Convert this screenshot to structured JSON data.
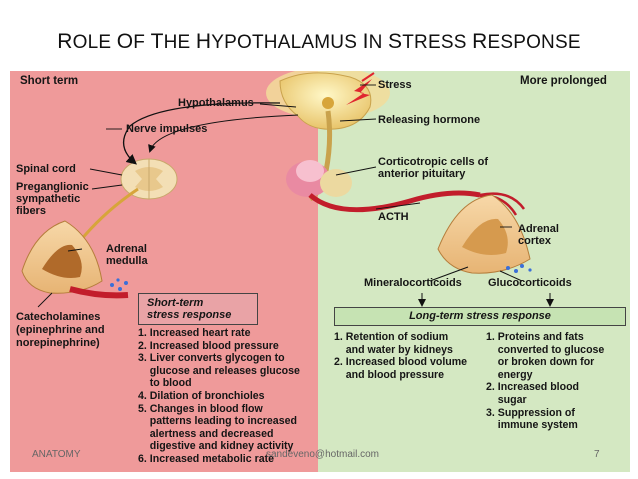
{
  "slide": {
    "title": "Role of the Hypothalamus in Stress Response",
    "footer_left": "ANATOMY",
    "footer_center": "sandeveno@hotmail.com",
    "page_number": "7"
  },
  "colors": {
    "short_term_bg": "#ef9a9a",
    "prolonged_bg": "#d4e8c2",
    "box_short": "#e9a3a6",
    "box_long": "#c6e3b3"
  },
  "figure": {
    "headers": {
      "short_term": "Short term",
      "prolonged": "More prolonged"
    },
    "labels": {
      "stress": "Stress",
      "hypothalamus": "Hypothalamus",
      "releasing_hormone": "Releasing hormone",
      "nerve_impulses": "Nerve impulses",
      "corticotropic_1": "Corticotropic cells of",
      "corticotropic_2": "anterior pituitary",
      "spinal_cord": "Spinal cord",
      "preganglionic_1": "Preganglionic",
      "preganglionic_2": "sympathetic",
      "preganglionic_3": "fibers",
      "acth": "ACTH",
      "adrenal_cortex_1": "Adrenal",
      "adrenal_cortex_2": "cortex",
      "adrenal_medulla_1": "Adrenal",
      "adrenal_medulla_2": "medulla",
      "mineralocorticoids": "Mineralocorticoids",
      "glucocorticoids": "Glucocorticoids",
      "catecholamines_1": "Catecholamines",
      "catecholamines_2": "(epinephrine and",
      "catecholamines_3": "norepinephrine)"
    },
    "short_term_box": {
      "line1": "Short-term",
      "line2": "stress response"
    },
    "short_term_list": [
      "1. Increased heart rate",
      "2. Increased blood pressure",
      "3. Liver converts glycogen to",
      "    glucose and releases glucose",
      "    to blood",
      "4. Dilation of bronchioles",
      "5. Changes in blood flow",
      "    patterns leading to increased",
      "    alertness and decreased",
      "    digestive and kidney activity",
      "6. Increased metabolic rate"
    ],
    "long_term_box": "Long-term stress response",
    "long_term_list_left": [
      "1. Retention of sodium",
      "    and water by kidneys",
      "2. Increased blood volume",
      "    and blood pressure"
    ],
    "long_term_list_right": [
      "1. Proteins and fats",
      "    converted to glucose",
      "    or broken down for",
      "    energy",
      "2. Increased blood",
      "    sugar",
      "3. Suppression of",
      "    immune system"
    ]
  }
}
